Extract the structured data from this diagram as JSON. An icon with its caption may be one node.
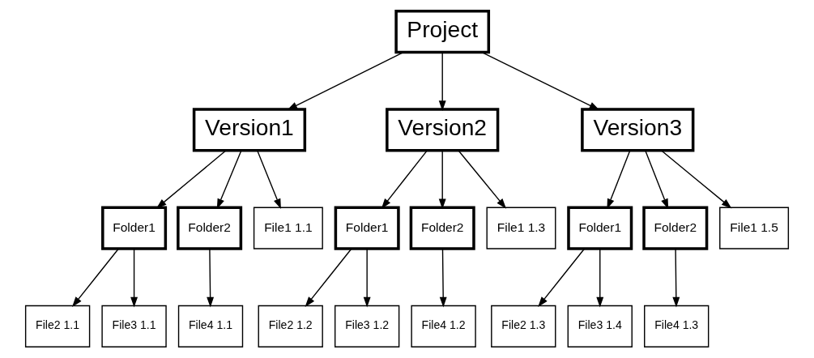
{
  "diagram": {
    "nodes": [
      {
        "text": [
          "Project"
        ]
      },
      {
        "text": [
          "Version1"
        ]
      },
      {
        "text": [
          "Version2"
        ]
      },
      {
        "text": [
          "Version3"
        ]
      },
      {
        "text": [
          "Folder1"
        ]
      },
      {
        "text": [
          "Folder2"
        ]
      },
      {
        "text": [
          "File1 1.1"
        ]
      },
      {
        "text": [
          "Folder1"
        ]
      },
      {
        "text": [
          "Folder2"
        ]
      },
      {
        "text": [
          "File1 1.3"
        ]
      },
      {
        "text": [
          "Folder1"
        ]
      },
      {
        "text": [
          "Folder2"
        ]
      },
      {
        "text": [
          "File1 1.5"
        ]
      },
      {
        "text": [
          "File2 1.1"
        ]
      },
      {
        "text": [
          "File3 1.1"
        ]
      },
      {
        "text": [
          "File4 1.1"
        ]
      },
      {
        "text": [
          "File2 1.2"
        ]
      },
      {
        "text": [
          "File3 1.2"
        ]
      },
      {
        "text": [
          "File4 1.2"
        ]
      },
      {
        "text": [
          "File2 1.3"
        ]
      },
      {
        "text": [
          "File3 1.4"
        ]
      },
      {
        "text": [
          "File4 1.3"
        ]
      }
    ],
    "edges": [
      {
        "from": 0,
        "to": 1,
        "arrow": "to"
      },
      {
        "from": 0,
        "to": 2,
        "arrow": "to"
      },
      {
        "from": 0,
        "to": 3,
        "arrow": "to"
      },
      {
        "from": 1,
        "to": 4,
        "arrow": "to"
      },
      {
        "from": 1,
        "to": 5,
        "arrow": "to"
      },
      {
        "from": 1,
        "to": 6,
        "arrow": "to"
      },
      {
        "from": 2,
        "to": 7,
        "arrow": "to"
      },
      {
        "from": 2,
        "to": 8,
        "arrow": "to"
      },
      {
        "from": 2,
        "to": 9,
        "arrow": "to"
      },
      {
        "from": 3,
        "to": 10,
        "arrow": "to"
      },
      {
        "from": 3,
        "to": 11,
        "arrow": "to"
      },
      {
        "from": 3,
        "to": 12,
        "arrow": "to"
      },
      {
        "from": 4,
        "to": 13,
        "arrow": "to"
      },
      {
        "from": 4,
        "to": 14,
        "arrow": "to"
      },
      {
        "from": 5,
        "to": 15,
        "arrow": "to"
      },
      {
        "from": 7,
        "to": 16,
        "arrow": "to"
      },
      {
        "from": 7,
        "to": 17,
        "arrow": "to"
      },
      {
        "from": 8,
        "to": 18,
        "arrow": "to"
      },
      {
        "from": 10,
        "to": 19,
        "arrow": "to"
      },
      {
        "from": 10,
        "to": 20,
        "arrow": "to"
      },
      {
        "from": 11,
        "to": 21,
        "arrow": "to"
      }
    ]
  }
}
